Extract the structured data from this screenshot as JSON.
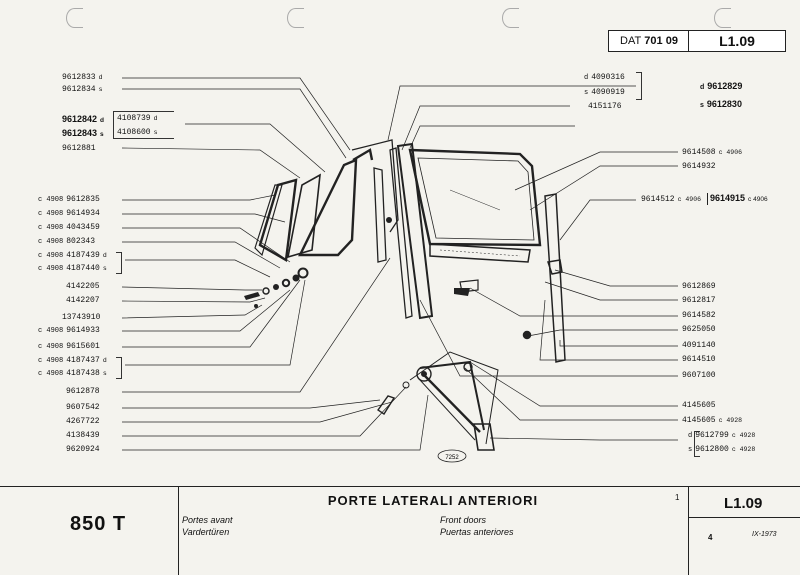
{
  "header": {
    "dat_label": "DAT",
    "dat_number": "701 09",
    "sheet_ref": "L1.09"
  },
  "callout": "7252",
  "labels_left": [
    {
      "prefix": "",
      "code": "9612833",
      "suffix": "d",
      "big": false
    },
    {
      "prefix": "",
      "code": "9612834",
      "suffix": "s",
      "big": false
    },
    {
      "prefix": "",
      "code": "9612842",
      "suffix": "d",
      "big": true
    },
    {
      "prefix": "",
      "code": "9612843",
      "suffix": "s",
      "big": true
    },
    {
      "prefix": "",
      "code": "9612881",
      "suffix": "",
      "big": false
    },
    {
      "prefix": "c 4908",
      "code": "9612835",
      "suffix": "",
      "big": false
    },
    {
      "prefix": "c 4908",
      "code": "9614934",
      "suffix": "",
      "big": false
    },
    {
      "prefix": "c 4908",
      "code": "4043459",
      "suffix": "",
      "big": false
    },
    {
      "prefix": "c 4908",
      "code": "802343",
      "suffix": "",
      "big": false
    },
    {
      "prefix": "c 4908",
      "code": "4187439",
      "suffix": "d",
      "big": false
    },
    {
      "prefix": "c 4908",
      "code": "4187440",
      "suffix": "s",
      "big": false
    },
    {
      "prefix": "",
      "code": "4142205",
      "suffix": "",
      "big": false
    },
    {
      "prefix": "",
      "code": "4142207",
      "suffix": "",
      "big": false
    },
    {
      "prefix": "",
      "code": "13743910",
      "suffix": "",
      "big": false
    },
    {
      "prefix": "c 4908",
      "code": "9614933",
      "suffix": "",
      "big": false
    },
    {
      "prefix": "c 4908",
      "code": "9615601",
      "suffix": "",
      "big": false
    },
    {
      "prefix": "c 4908",
      "code": "4187437",
      "suffix": "d",
      "big": false
    },
    {
      "prefix": "c 4908",
      "code": "4187438",
      "suffix": "s",
      "big": false
    },
    {
      "prefix": "",
      "code": "9612878",
      "suffix": "",
      "big": false
    },
    {
      "prefix": "",
      "code": "9607542",
      "suffix": "",
      "big": false
    },
    {
      "prefix": "",
      "code": "4267722",
      "suffix": "",
      "big": false
    },
    {
      "prefix": "",
      "code": "4138439",
      "suffix": "",
      "big": false
    },
    {
      "prefix": "",
      "code": "9620924",
      "suffix": "",
      "big": false
    }
  ],
  "labels_mid": [
    {
      "code": "4108739",
      "suffix": "d"
    },
    {
      "code": "4108600",
      "suffix": "s"
    },
    {
      "code": "4090316",
      "suffix": "d",
      "prefix_suffix": true
    },
    {
      "code": "4090919",
      "suffix": "s",
      "prefix_suffix": true
    },
    {
      "code": "4151176",
      "suffix": ""
    }
  ],
  "labels_right": [
    {
      "prefix": "d",
      "code": "9612829",
      "suffix": "",
      "big": true
    },
    {
      "prefix": "s",
      "code": "9612830",
      "suffix": "",
      "big": true
    },
    {
      "prefix": "",
      "code": "9614508",
      "suffix": "c 4906",
      "big": false
    },
    {
      "prefix": "",
      "code": "9614932",
      "suffix": "",
      "big": false
    },
    {
      "prefix": "",
      "code": "9614512",
      "suffix": "c 4906",
      "big": false
    },
    {
      "prefix": "",
      "code": "9614915",
      "suffix": "c 4906",
      "big": false
    },
    {
      "prefix": "",
      "code": "9612869",
      "suffix": "",
      "big": false
    },
    {
      "prefix": "",
      "code": "9612817",
      "suffix": "",
      "big": false
    },
    {
      "prefix": "",
      "code": "9614582",
      "suffix": "",
      "big": false
    },
    {
      "prefix": "",
      "code": "9625050",
      "suffix": "",
      "big": false
    },
    {
      "prefix": "",
      "code": "4091140",
      "suffix": "",
      "big": false
    },
    {
      "prefix": "",
      "code": "9614510",
      "suffix": "",
      "big": false
    },
    {
      "prefix": "",
      "code": "9607100",
      "suffix": "",
      "big": false
    },
    {
      "prefix": "",
      "code": "4145605",
      "suffix": "",
      "big": false
    },
    {
      "prefix": "",
      "code": "4145605",
      "suffix": "c 4928",
      "big": false
    },
    {
      "prefix": "d",
      "code": "9612799",
      "suffix": "c 4928",
      "big": false
    },
    {
      "prefix": "s",
      "code": "9612800",
      "suffix": "c 4928",
      "big": false
    }
  ],
  "footer": {
    "model": "850 T",
    "title": "PORTE LATERALI ANTERIORI",
    "fr": "Portes avant",
    "de": "Vardertüren",
    "en": "Front doors",
    "es": "Puertas anteriores",
    "ref": "L1.09",
    "page": "4",
    "date": "IX-1973",
    "marker": "1"
  }
}
